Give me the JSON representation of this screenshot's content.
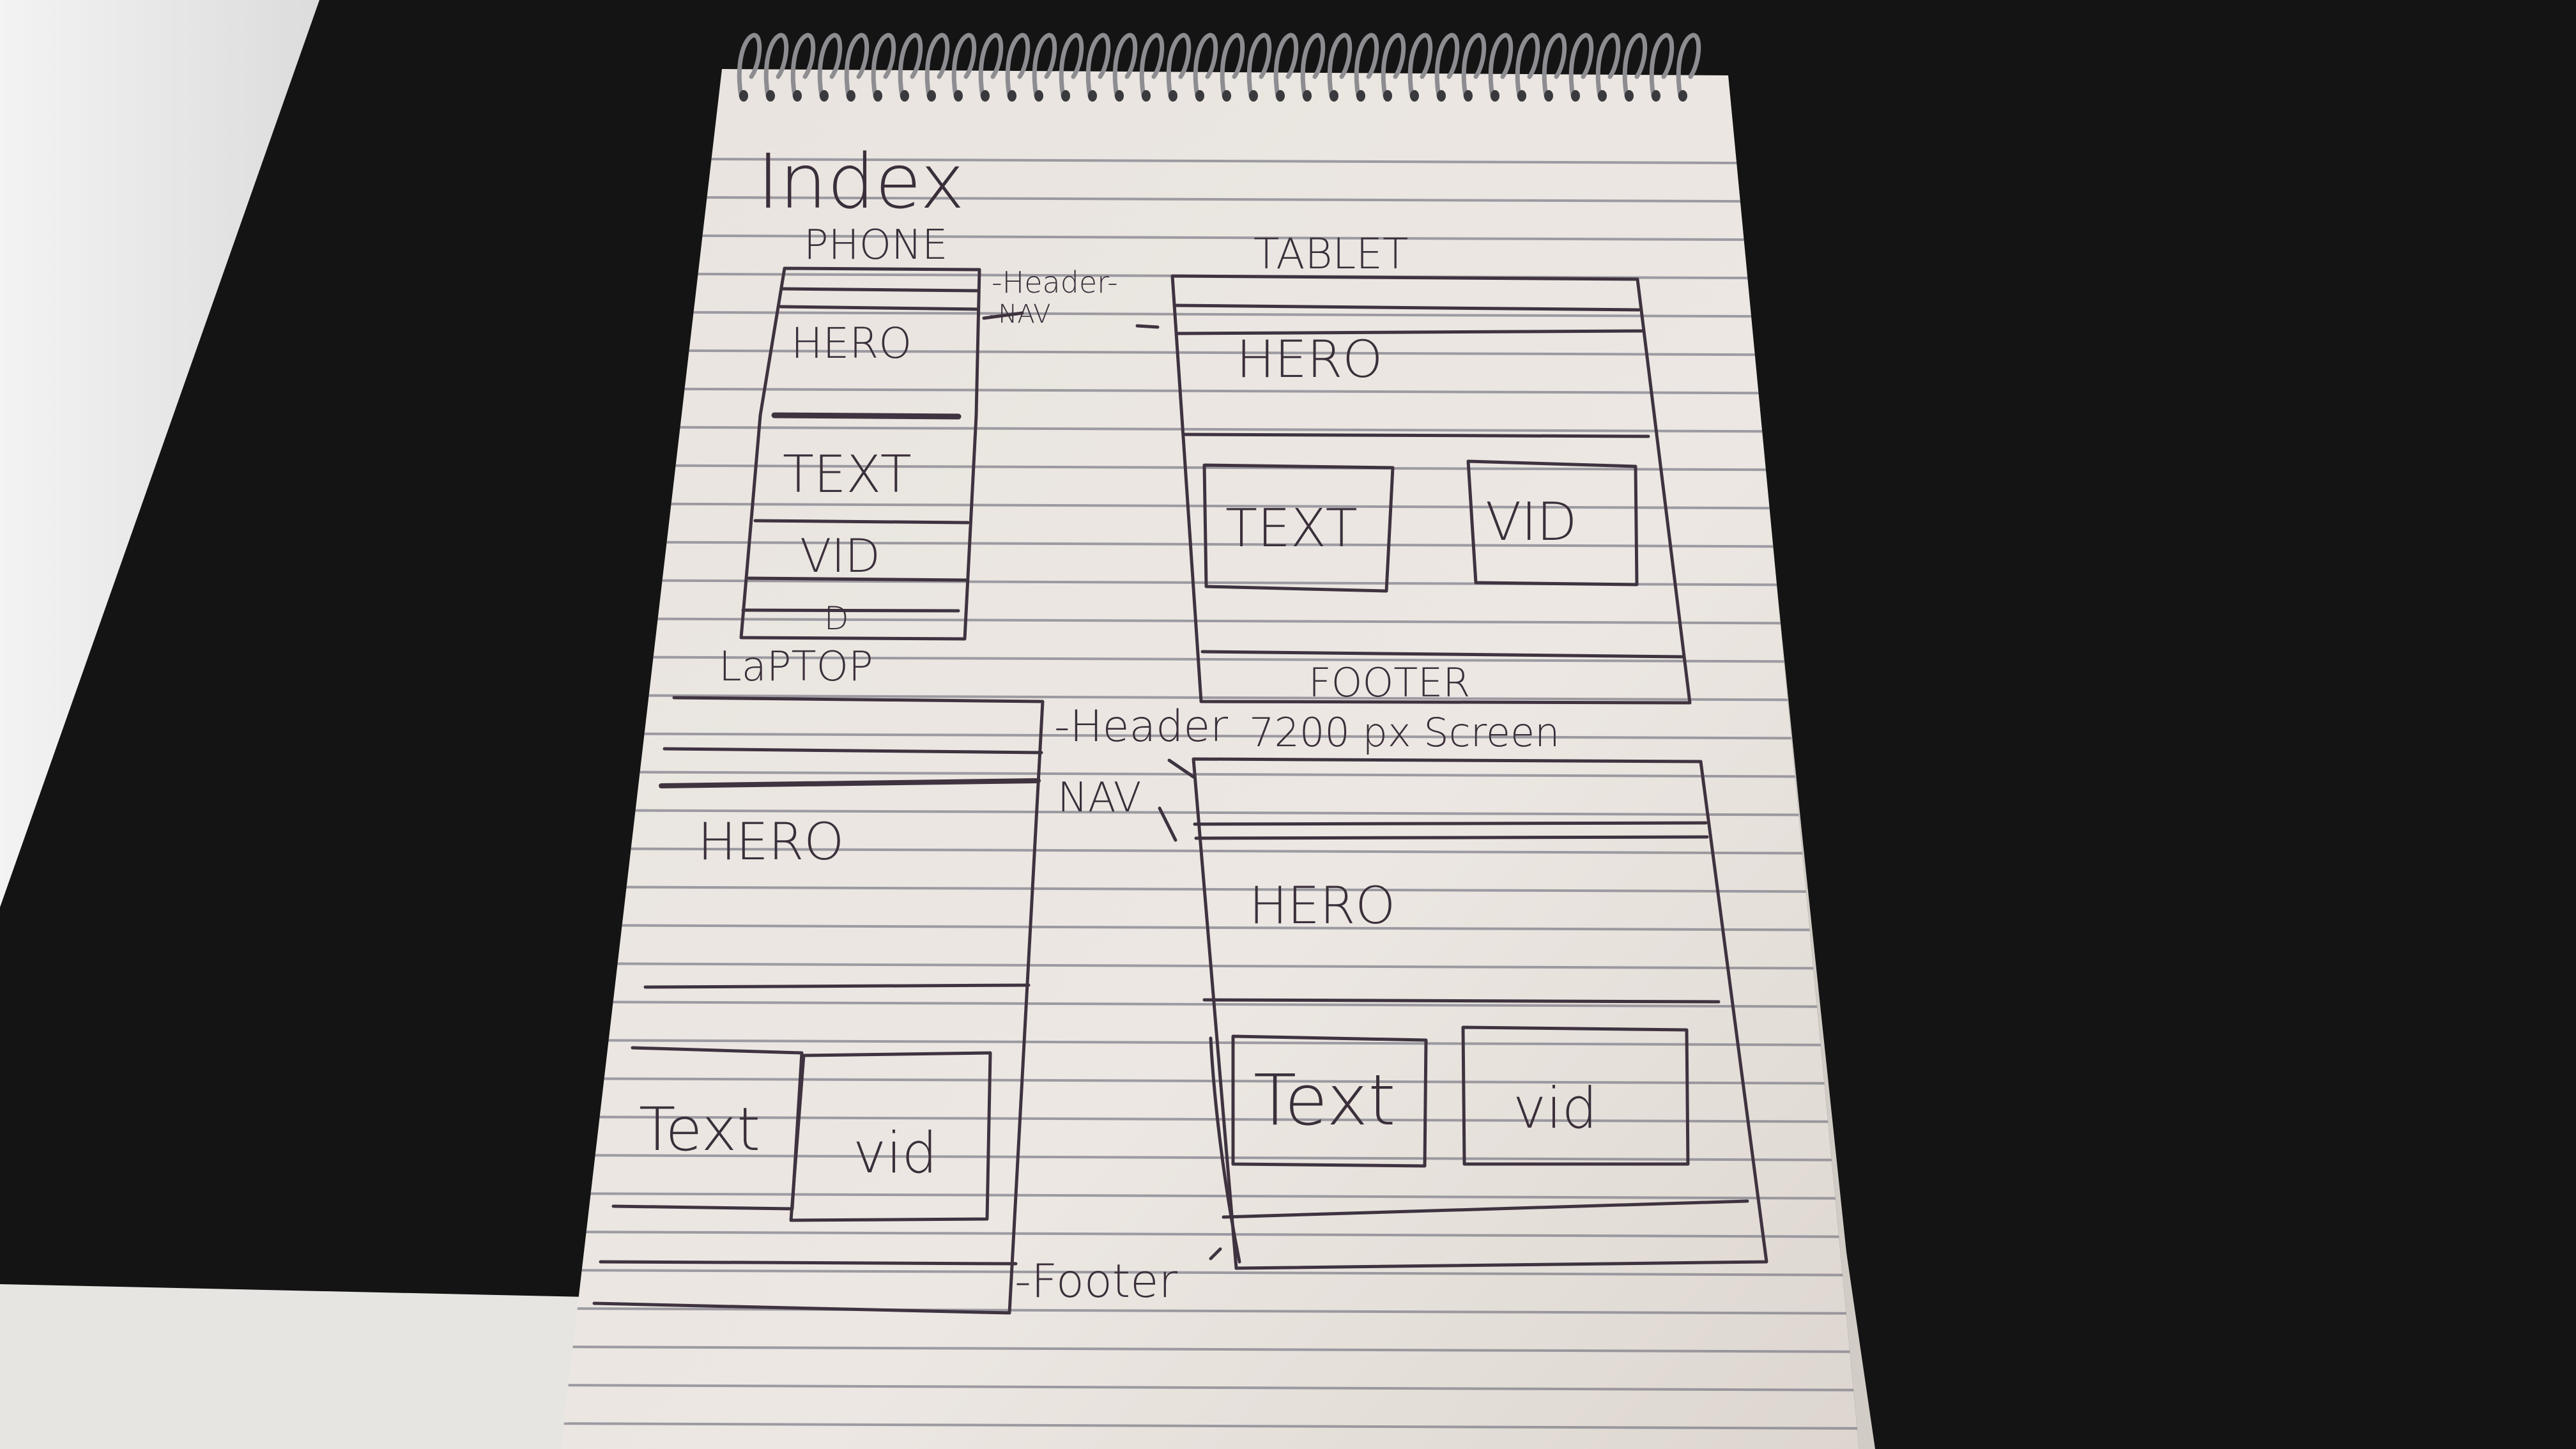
{
  "page_title": "Index",
  "sections": {
    "phone": {
      "label": "PHONE",
      "hero": "HERO",
      "text": "TEXT",
      "vid": "VID",
      "footer_mark": "D"
    },
    "tablet": {
      "label": "TABLET",
      "hero": "HERO",
      "text": "TEXT",
      "vid": "VID",
      "footer": "FOOTER"
    },
    "laptop": {
      "label": "LaPTOP",
      "hero": "HERO",
      "text": "Text",
      "vid": "vid"
    },
    "desktop": {
      "label": "7200 px Screen",
      "hero": "HERO",
      "text": "Text",
      "vid": "vid"
    }
  },
  "annotations": {
    "header_1": "-Header-",
    "nav_1": "-NAV",
    "header_2": "-Header",
    "nav_2": "NAV",
    "footer": "-Footer"
  },
  "colors": {
    "background": "#141414",
    "paper": "#ece7e2",
    "ink": "#3f3340",
    "ruled_line": "#7b7a86"
  }
}
